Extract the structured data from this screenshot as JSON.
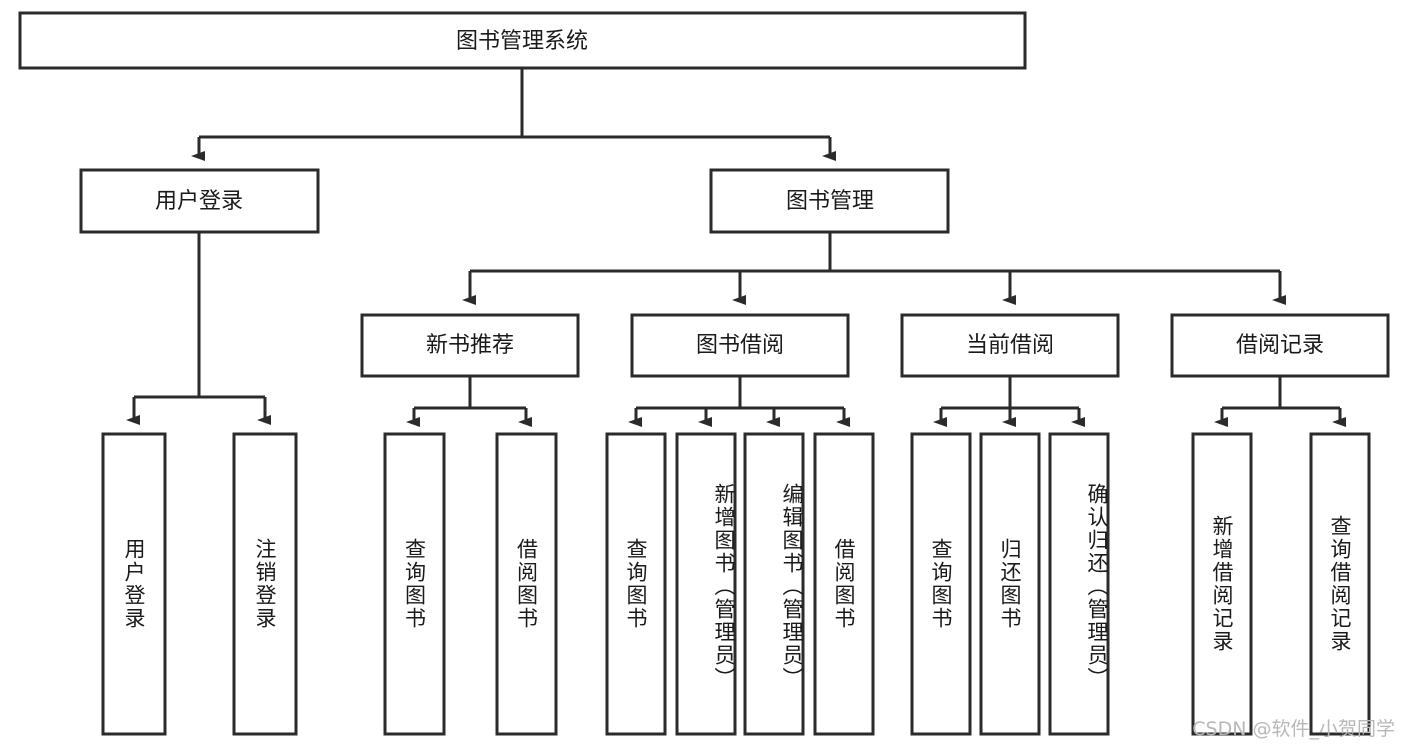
{
  "diagram": {
    "title": "图书管理系统",
    "type": "tree-hierarchy",
    "watermark": "CSDN @软件_小贺同学",
    "colors": {
      "stroke": "#2b2b2b",
      "fill": "#ffffff",
      "text": "#1a1a1a",
      "watermark": "#b8b8b8"
    },
    "levels": {
      "root": {
        "label": "图书管理系统"
      },
      "level2": [
        {
          "label": "用户登录"
        },
        {
          "label": "图书管理"
        }
      ],
      "level3": [
        {
          "label": "新书推荐"
        },
        {
          "label": "图书借阅"
        },
        {
          "label": "当前借阅"
        },
        {
          "label": "借阅记录"
        }
      ],
      "leaves": {
        "user_login": [
          {
            "label": "用户登录"
          },
          {
            "label": "注销登录"
          }
        ],
        "new_book_recommend": [
          {
            "label": "查询图书"
          },
          {
            "label": "借阅图书"
          }
        ],
        "book_borrow": [
          {
            "label": "查询图书"
          },
          {
            "label": "新增图书（管理员）"
          },
          {
            "label": "编辑图书（管理员）"
          },
          {
            "label": "借阅图书"
          }
        ],
        "current_borrow": [
          {
            "label": "查询图书"
          },
          {
            "label": "归还图书"
          },
          {
            "label": "确认归还（管理员）"
          }
        ],
        "borrow_record": [
          {
            "label": "新增借阅记录"
          },
          {
            "label": "查询借阅记录"
          }
        ]
      }
    }
  }
}
